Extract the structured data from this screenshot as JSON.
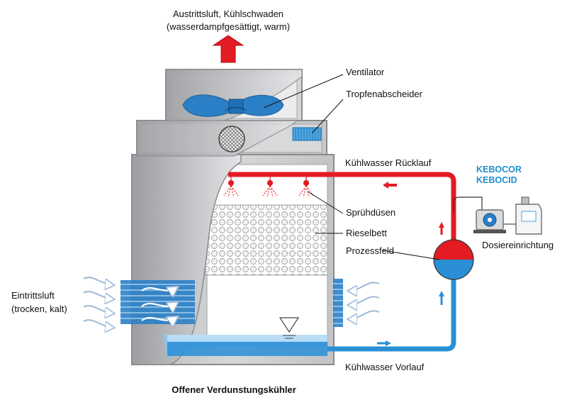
{
  "labels": {
    "exhaust_line1": "Austrittsluft, Kühlschwaden",
    "exhaust_line2": "(wasserdampfgesättigt, warm)",
    "fan": "Ventilator",
    "drift_eliminator": "Tropfenabscheider",
    "return_water": "Kühlwasser Rücklauf",
    "spray_nozzles": "Sprühdüsen",
    "fill_bed": "Rieselbett",
    "process_field": "Prozessfeld",
    "supply_water": "Kühlwasser Vorlauf",
    "intake_line1": "Eintrittsluft",
    "intake_line2": "(trocken, kalt)",
    "dosing": "Dosiereinrichtung",
    "caption": "Offener Verdunstungskühler"
  },
  "products": [
    "KEBOCOR",
    "KEBOCID"
  ],
  "colors": {
    "hot_water": "#e31b23",
    "cold_water": "#2a8fd6",
    "casing": "#c9cacc",
    "casing_dark": "#8a8b8d",
    "brand": "#1f8fd0"
  }
}
